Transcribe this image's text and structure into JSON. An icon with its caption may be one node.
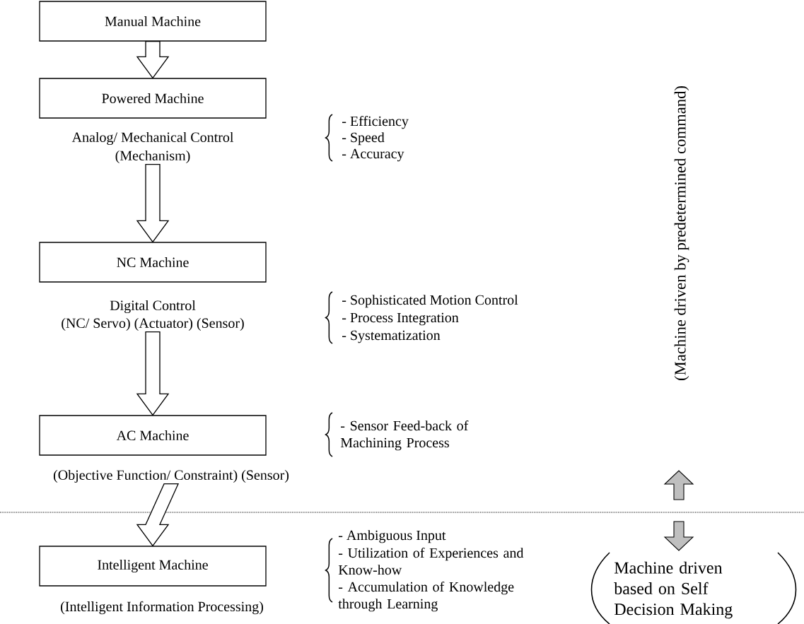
{
  "diagram": {
    "nodes": [
      {
        "text": [
          "Manual Machine"
        ]
      },
      {
        "text": [
          "Powered Machine"
        ],
        "beside": [
          "Analog/ Mechanical Control",
          "(Mechanism)"
        ]
      },
      {
        "text": [
          "NC Machine"
        ],
        "beside": [
          "Digital Control",
          "(NC/ Servo) (Actuator) (Sensor)"
        ]
      },
      {
        "text": [
          "AC Machine"
        ],
        "beside": [
          "(Objective Function/ Constraint)  (Sensor)"
        ]
      },
      {
        "text": [
          "Intelligent Machine"
        ],
        "beside": [
          "(Intelligent Information Processing)"
        ]
      }
    ],
    "edges": [
      {
        "from": 0,
        "to": 1,
        "arrow": "to"
      },
      {
        "from": 1,
        "to": 2,
        "arrow": "to"
      },
      {
        "from": 2,
        "to": 3,
        "arrow": "to"
      },
      {
        "from": 3,
        "to": 4,
        "arrow": "to"
      }
    ],
    "labels": [
      "- Efficiency",
      "- Speed",
      "- Accuracy",
      "- Sophisticated Motion Control",
      "- Process Integration",
      "- Systematization",
      "- Sensor Feed-back of Machining Process",
      "- Ambiguous Input",
      "- Utilization of Experiences and Know-how",
      "- Accumulation of Knowledge through Learning",
      "(Machine driven by predetermined command)",
      "Machine driven based on Self Decision Making"
    ]
  }
}
